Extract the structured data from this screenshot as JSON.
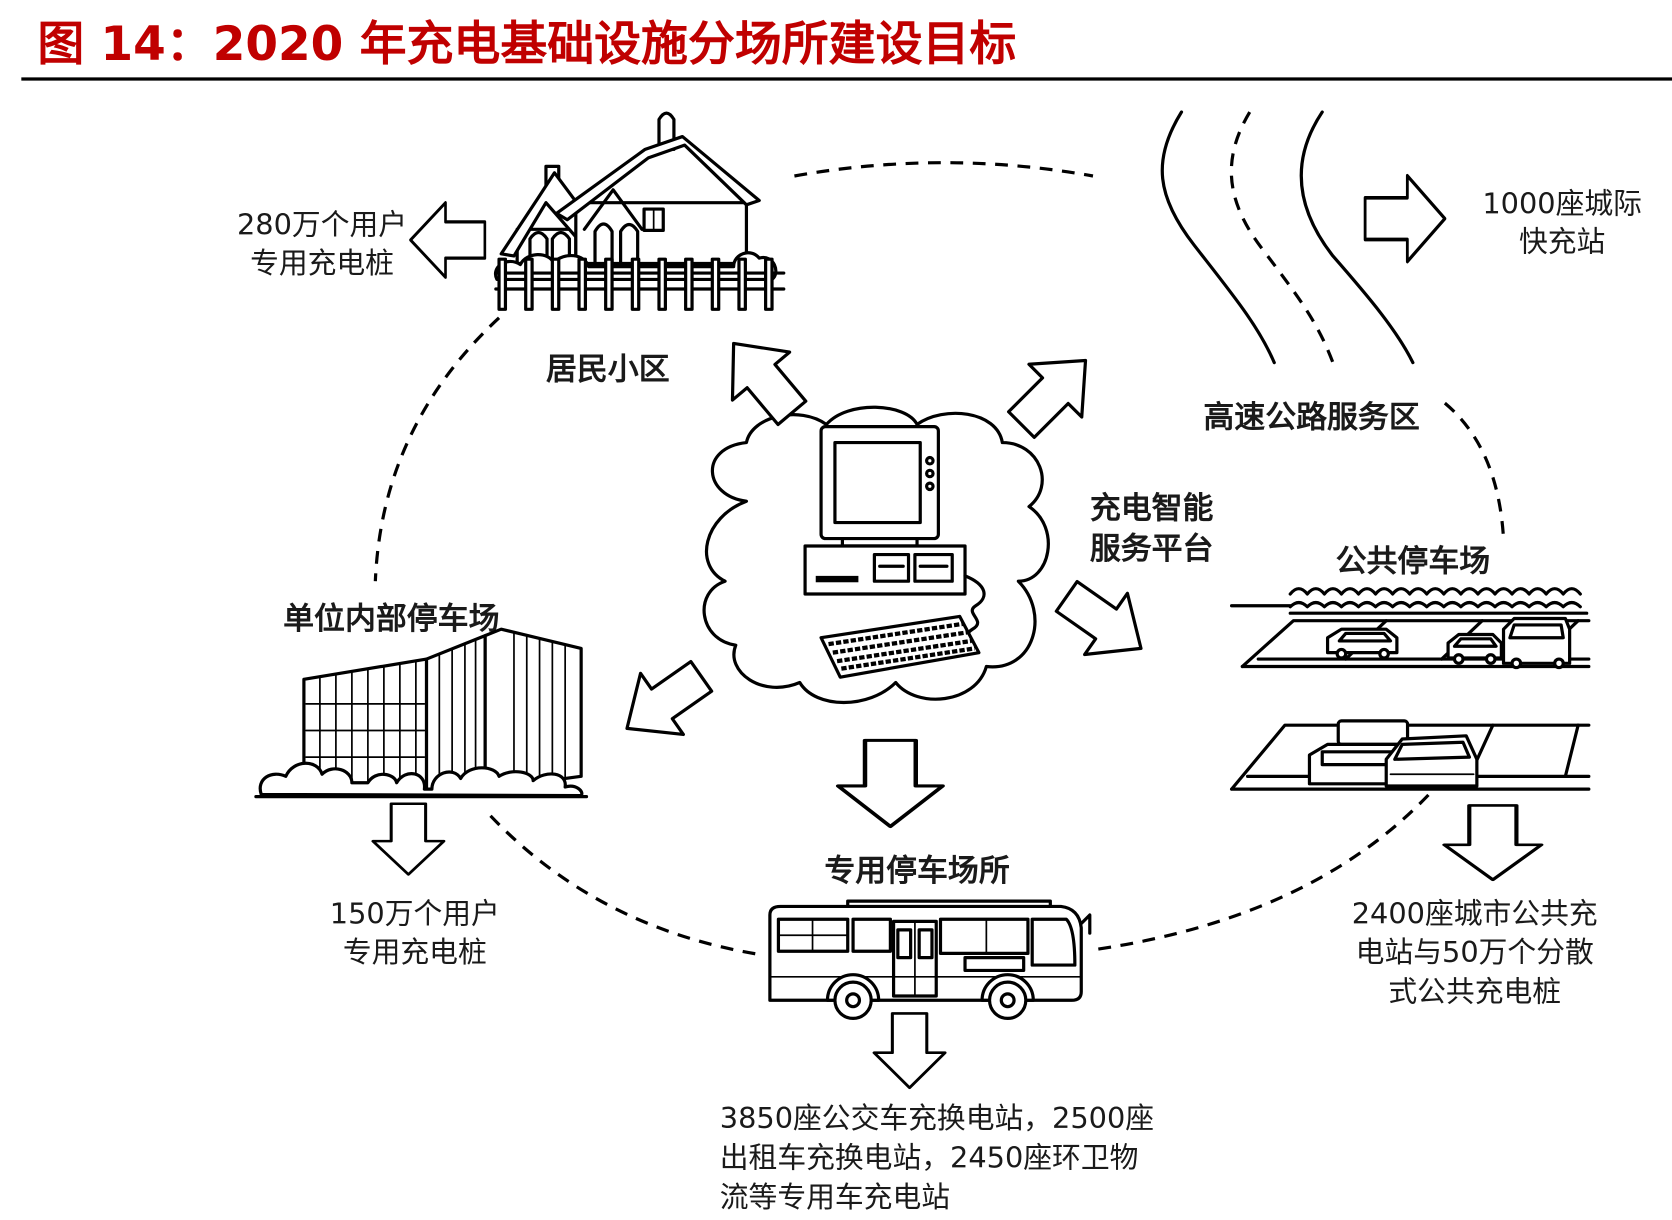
{
  "figure": {
    "title": "图 14：2020 年充电基础设施分场所建设目标"
  },
  "center": {
    "label_lines": [
      "充电智能",
      "服务平台"
    ],
    "icon": "cloud-computer-icon"
  },
  "nodes": {
    "residential": {
      "label": "居民小区",
      "icon": "house-icon",
      "stat_lines": [
        "280万个用户",
        "专用充电桩"
      ]
    },
    "highway": {
      "label": "高速公路服务区",
      "icon": "highway-road-icon",
      "stat_lines": [
        "1000座城际",
        "快充站"
      ]
    },
    "workplace": {
      "label": "单位内部停车场",
      "icon": "office-buildings-icon",
      "stat_lines": [
        "150万个用户",
        "专用充电桩"
      ]
    },
    "dedicated": {
      "label": "专用停车场所",
      "icon": "bus-icon",
      "stat_lines": [
        "3850座公交车充换电站，2500座",
        "出租车充换电站，2450座环卫物",
        "流等专用车充电站"
      ]
    },
    "public": {
      "label": "公共停车场",
      "icon": "parking-lot-icon",
      "stat_lines": [
        "2400座城市公共充",
        "电站与50万个分散",
        "式公共充电桩"
      ]
    }
  },
  "colors": {
    "title": "#c00000",
    "line_art": "#000000",
    "background": "#ffffff"
  }
}
